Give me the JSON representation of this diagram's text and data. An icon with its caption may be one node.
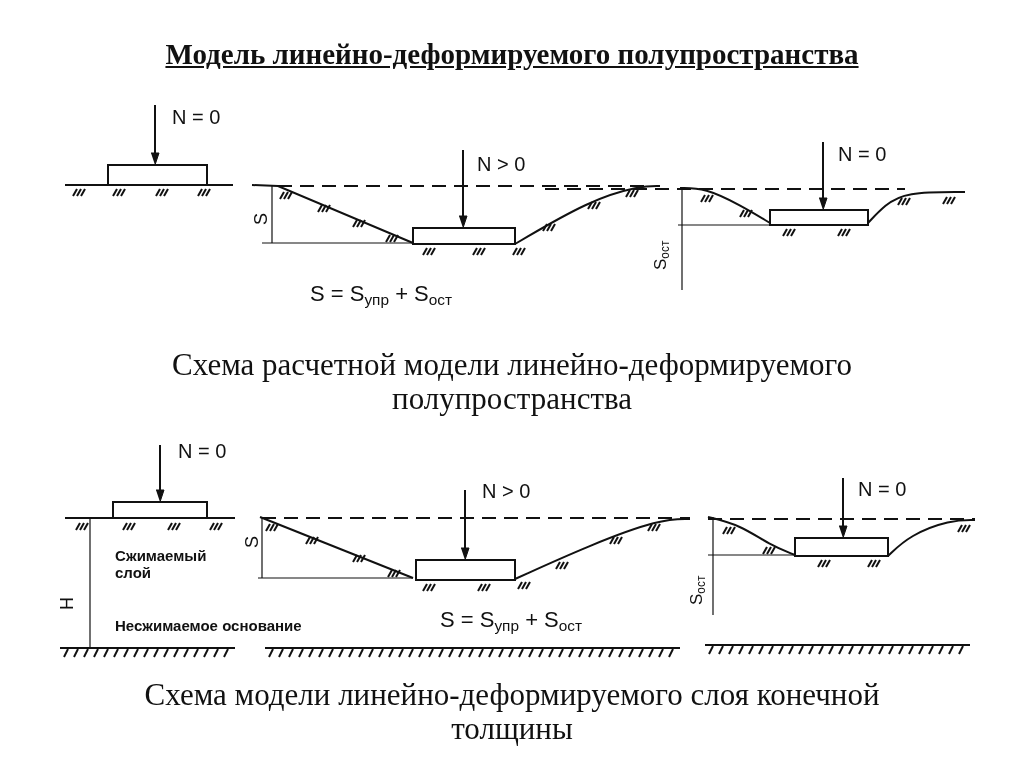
{
  "diagram": {
    "title": "Модель линейно-деформируемого полупространства",
    "labels": [
      "N = 0",
      "N > 0",
      "N = 0",
      "S",
      "S$_{ост}$",
      "S = S$_{упр}$ + S$_{ост}$",
      "Схема расчетной модели линейно-деформируемого полупространства",
      "N = 0",
      "N > 0",
      "N = 0",
      "Сжимаемый слой",
      "S",
      "H",
      "Несжимаемое основание",
      "S = S$_{упр}$ + S$_{ост}$",
      "S$_{ост}$",
      "Схема модели линейно-деформируемого слоя конечной толщины"
    ]
  }
}
